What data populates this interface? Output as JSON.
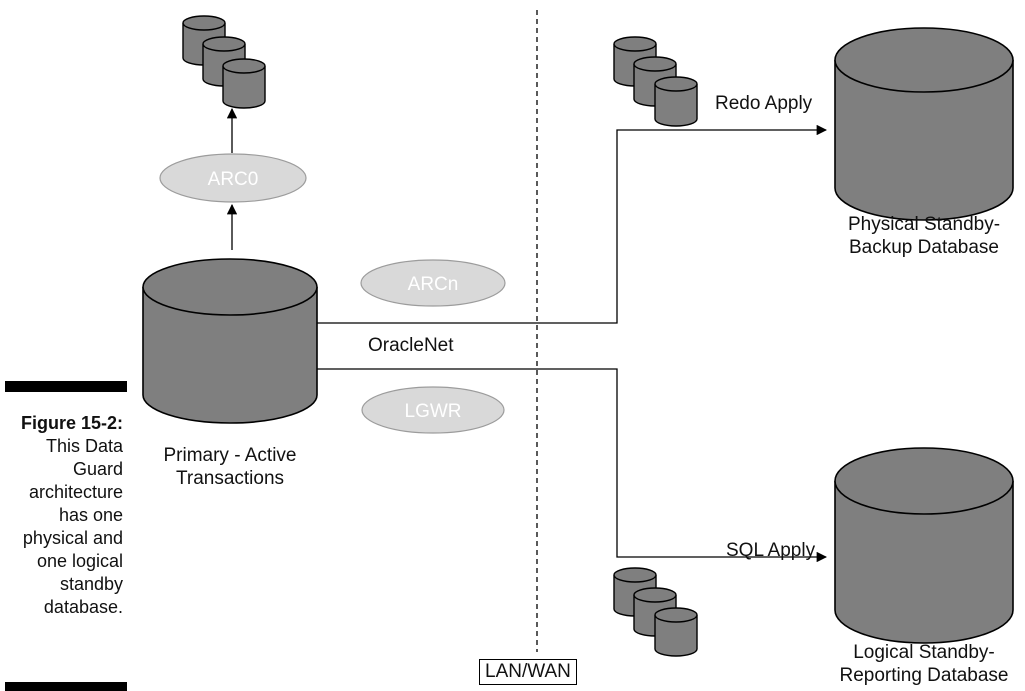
{
  "figure": {
    "number": "Figure 15-2:",
    "caption": "This Data\nGuard\narchitecture\nhas one\nphysical and\none logical\nstandby\ndatabase."
  },
  "processes": {
    "arc0": "ARC0",
    "arcn": "ARCn",
    "lgwr": "LGWR"
  },
  "labels": {
    "primary": "Primary - Active\nTransactions",
    "oraclenet": "OracleNet",
    "redo_apply": "Redo Apply",
    "sql_apply": "SQL Apply",
    "physical_standby": "Physical Standby-\nBackup Database",
    "logical_standby": "Logical Standby-\nReporting Database",
    "network": "LAN/WAN"
  }
}
